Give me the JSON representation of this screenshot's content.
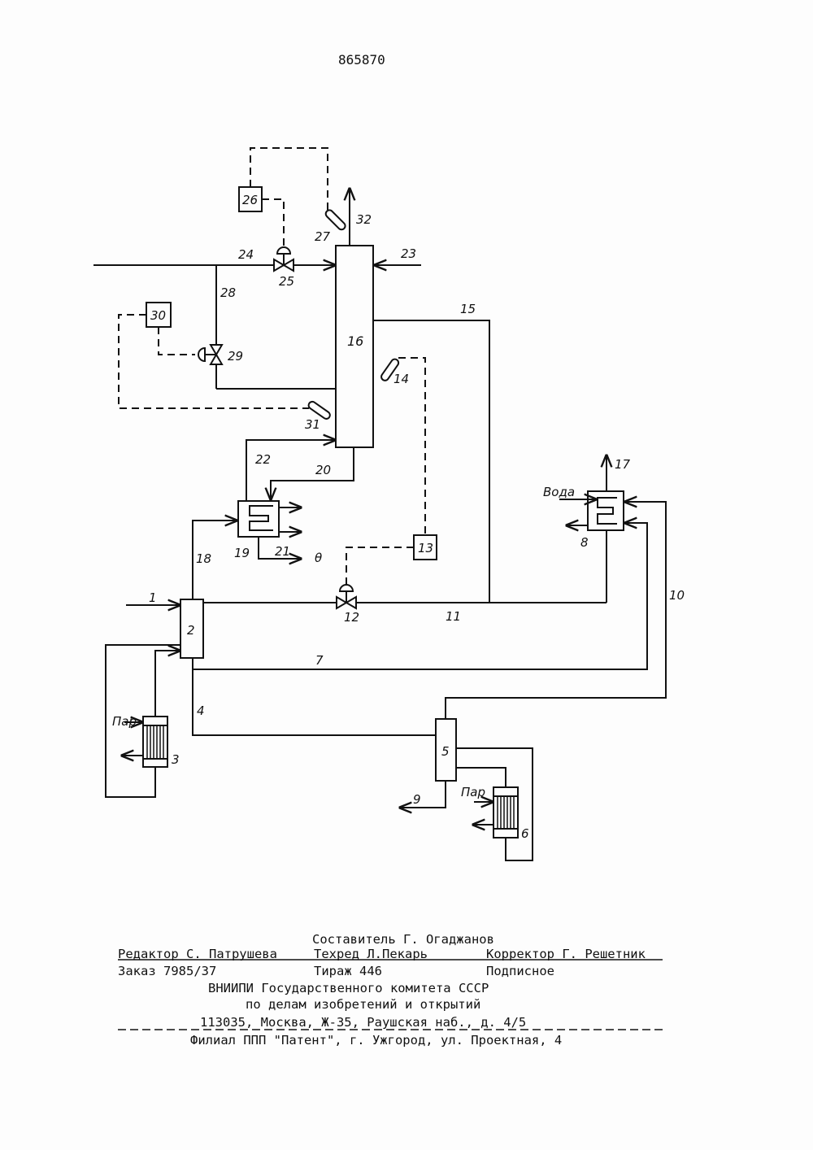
{
  "patent_number": "865870",
  "diagram": {
    "labels": {
      "n1": "1",
      "n2": "2",
      "n3": "3",
      "n4": "4",
      "n5": "5",
      "n6": "6",
      "n7": "7",
      "n8": "8",
      "n9": "9",
      "n10": "10",
      "n11": "11",
      "n12": "12",
      "n13": "13",
      "n14": "14",
      "n15": "15",
      "n16": "16",
      "n17": "17",
      "n18": "18",
      "n19": "19",
      "n20": "20",
      "n21": "21",
      "n22": "22",
      "n23": "23",
      "n24": "24",
      "n25": "25",
      "n26": "26",
      "n27": "27",
      "n28": "28",
      "n29": "29",
      "n30": "30",
      "n31": "31",
      "n32": "32"
    },
    "steam_label_1": "Пар",
    "steam_label_2": "Пар",
    "water_label": "Вода",
    "outlet_mark": "θ"
  },
  "footer": {
    "compiler": "Составитель Г. Огаджанов",
    "editor": "Редактор С. Патрушева",
    "techred": "Техред Л.Пекарь",
    "corrector": "Корректор Г. Решетник",
    "order": "Заказ 7985/37",
    "circulation": "Тираж 446",
    "subscription": "Подписное",
    "org_line1": "ВНИИПИ Государственного комитета СССР",
    "org_line2": "по делам изобретений и открытий",
    "address": "113035, Москва, Ж-35, Раушская наб., д. 4/5",
    "branch": "Филиал ППП \"Патент\", г. Ужгород, ул. Проектная, 4"
  }
}
